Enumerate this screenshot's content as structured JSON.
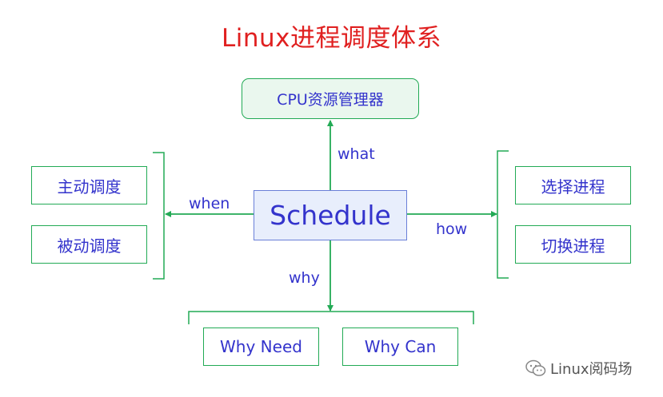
{
  "title": "Linux进程调度体系",
  "nodes": {
    "center": "Schedule",
    "top": "CPU资源管理器",
    "left": [
      "主动调度",
      "被动调度"
    ],
    "right": [
      "选择进程",
      "切换进程"
    ],
    "bottom": [
      "Why  Need",
      "Why  Can"
    ]
  },
  "edges": {
    "top": "what",
    "left": "when",
    "right": "how",
    "bottom": "why"
  },
  "watermark": "Linux阅码场",
  "colors": {
    "title": "#e02020",
    "text": "#3333cc",
    "green": "#22aa55",
    "center_border": "#6a7fd8",
    "center_fill": "#e8eefc"
  }
}
